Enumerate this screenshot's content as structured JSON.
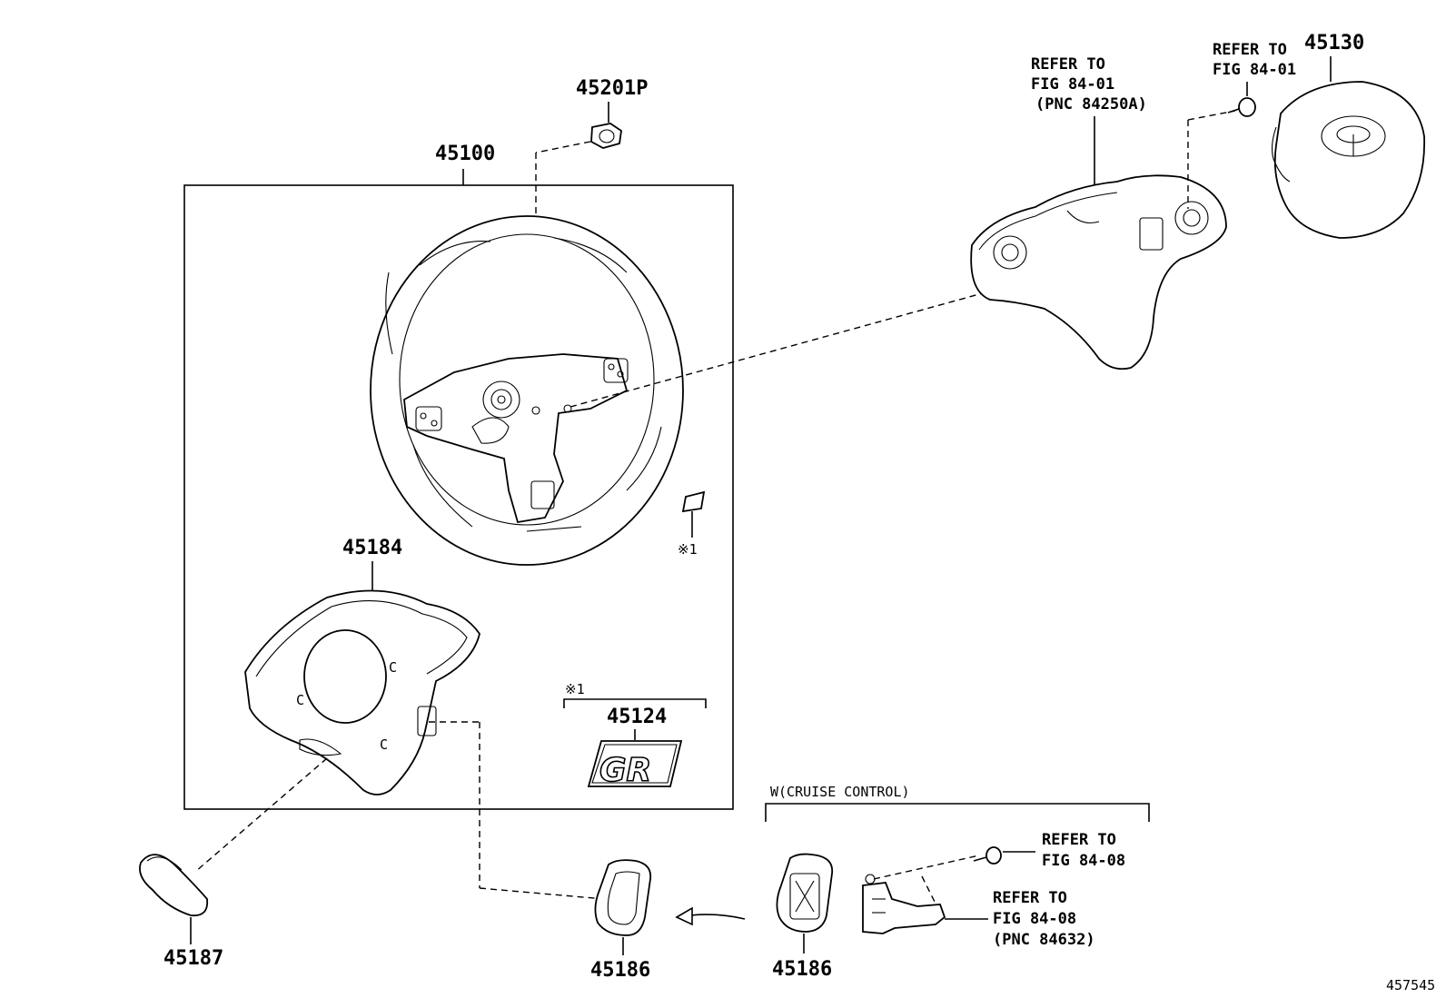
{
  "parts": {
    "p45201P": "45201P",
    "p45100": "45100",
    "p45184": "45184",
    "p45124": "45124",
    "p45130": "45130",
    "p45187": "45187",
    "p45186a": "45186",
    "p45186b": "45186"
  },
  "notes": {
    "mark1_wheel": "※1",
    "mark1_emblem": "※1",
    "gr_badge": "GR",
    "cruise_group": "W(CRUISE CONTROL)",
    "diagram_id": "457545"
  },
  "references": {
    "top_mid": [
      "REFER TO",
      "FIG 84-01",
      "(PNC 84250A)"
    ],
    "top_right": [
      "REFER TO",
      "FIG 84-01"
    ],
    "bottom_screw": [
      "REFER TO",
      "FIG 84-08"
    ],
    "bottom_switch": [
      "REFER TO",
      "FIG 84-08",
      "(PNC 84632)"
    ]
  }
}
